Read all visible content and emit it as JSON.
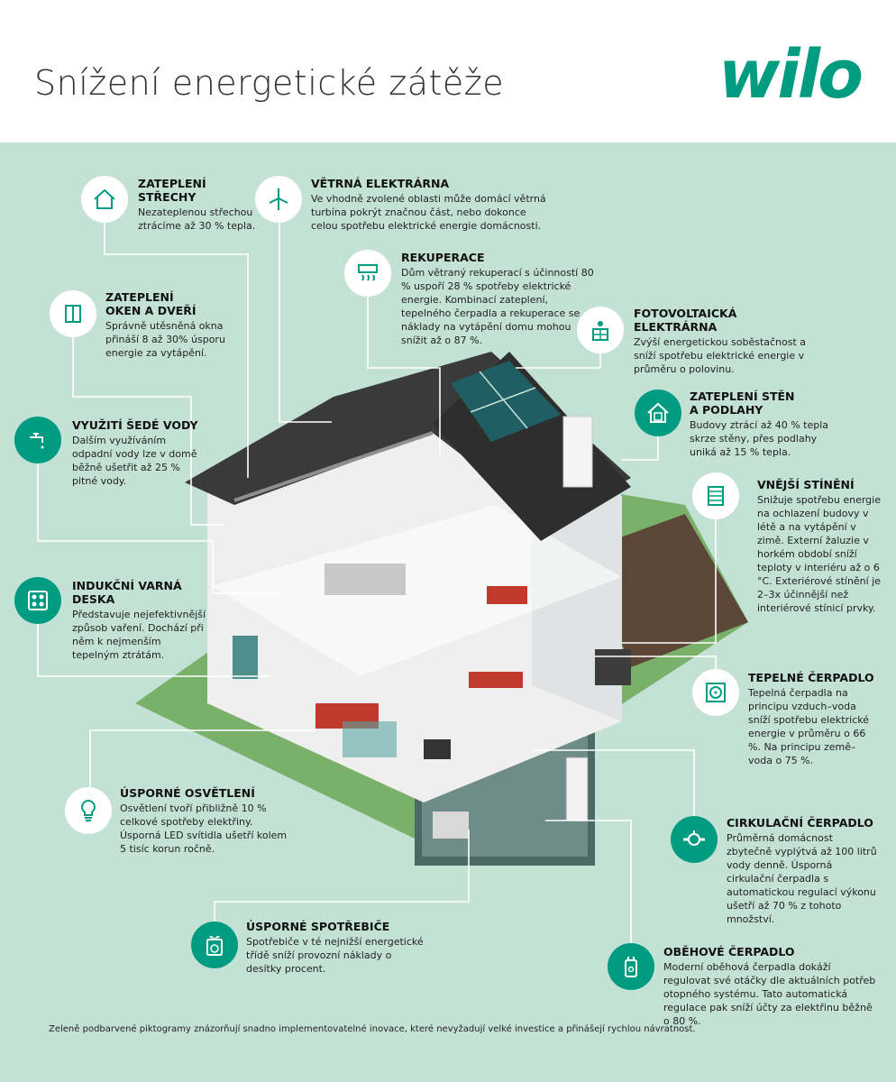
{
  "header": {
    "title": "Snížení energetické zátěže",
    "logo": "wilo"
  },
  "colors": {
    "brand": "#009c82",
    "panel": "#c3e1d5",
    "roof": "#333333",
    "lawn": "#79b06a"
  },
  "items": {
    "roof": {
      "title_1": "ZATEPLENÍ",
      "title_2": "STŘECHY",
      "text": "Nezateplenou střechou ztrácíme až 30 % tepla.",
      "icon": "house-roof-icon"
    },
    "windows": {
      "title_1": "ZATEPLENÍ",
      "title_2": "OKEN A DVEŘÍ",
      "text": "Správně utěsněná okna přináší 8 až 30% úsporu energie za vytápění.",
      "icon": "window-icon"
    },
    "grey_water": {
      "title": "VYUŽITÍ ŠEDÉ VODY",
      "text": "Dalším využíváním odpadní vody lze v domě běžně ušetřit až 25 % pitné vody.",
      "icon": "faucet-icon"
    },
    "induction": {
      "title_1": "INDUKČNÍ VARNÁ",
      "title_2": "DESKA",
      "text": "Představuje nejefektivnější způsob vaření. Dochází při něm k nejmenším tepelným ztrátám.",
      "icon": "cooktop-icon"
    },
    "wind": {
      "title": "VĚTRNÁ ELEKTRÁRNA",
      "text": "Ve vhodně zvolené oblasti může domácí větrná turbína pokrýt značnou část, nebo dokonce celou spotřebu elektrické energie domácnosti.",
      "icon": "wind-turbine-icon"
    },
    "recuperation": {
      "title": "REKUPERACE",
      "text": "Dům větraný rekuperací s účinností 80 % uspoří 28 % spotřeby elektrické energie. Kombinací zateplení, tepelného čerpadla a rekuperace se náklady na vytápění domu mohou snížit až o 87 %.",
      "icon": "ventilation-icon"
    },
    "photovoltaic": {
      "title": "FOTOVOLTAICKÁ ELEKTRÁRNA",
      "text": "Zvýší energetickou soběstačnost a sníží spotřebu elektrické energie v průměru o polovinu.",
      "icon": "solar-panel-icon"
    },
    "walls": {
      "title_1": "ZATEPLENÍ STĚN",
      "title_2": "A PODLAHY",
      "text": "Budovy ztrácí až 40 % tepla skrze stěny, přes podlahy uniká až 15 % tepla.",
      "icon": "house-insulation-icon"
    },
    "shading": {
      "title": "VNĚJŠÍ STÍNĚNÍ",
      "text": "Snižuje spotřebu energie na ochlazení budovy v létě a na vytápění v zimě. Externí žaluzie v horkém období sníží teploty v interiéru až o 6 °C. Exteriérové stínění je 2–3x účinnější než interiérové stínicí prvky.",
      "icon": "blinds-icon"
    },
    "heat_pump": {
      "title": "TEPELNÉ ČERPADLO",
      "text": "Tepelná čerpadla na principu vzduch–voda sníží spotřebu elektrické energie v průměru o 66 %. Na principu země–voda o 75 %.",
      "icon": "heat-pump-fan-icon"
    },
    "circulation": {
      "title": "CIRKULAČNÍ ČERPADLO",
      "text": "Průměrná domácnost zbytečně vyplýtvá až 100 litrů vody denně. Úsporná cirkulační čerpadla s automatickou regulací výkonu ušetří až 70 % z tohoto množství.",
      "icon": "circulation-pump-icon"
    },
    "circulator": {
      "title": "OBĚHOVÉ ČERPADLO",
      "text": "Moderní oběhová čerpadla dokáží regulovat své otáčky dle aktuálních potřeb otopného systému. Tato automatická regulace pak sníží účty za elektřinu běžně o 80 %.",
      "icon": "boiler-pump-icon"
    },
    "lighting": {
      "title": "ÚSPORNÉ OSVĚTLENÍ",
      "text": "Osvětlení tvoří přibližně 10 % celkové spotřeby elektřiny. Úsporná LED svítidla ušetří kolem 5 tisíc korun ročně.",
      "icon": "light-bulb-icon"
    },
    "appliances": {
      "title": "ÚSPORNÉ SPOTŘEBIČE",
      "text": "Spotřebiče v té nejnižší energetické třídě sníží provozní náklady o desítky procent.",
      "icon": "washing-machine-icon"
    }
  },
  "footnote": "Zeleně podbarvené piktogramy znázorňují snadno implementovatelné inovace, které nevyžadují velké investice a přinášejí rychlou návratnost."
}
